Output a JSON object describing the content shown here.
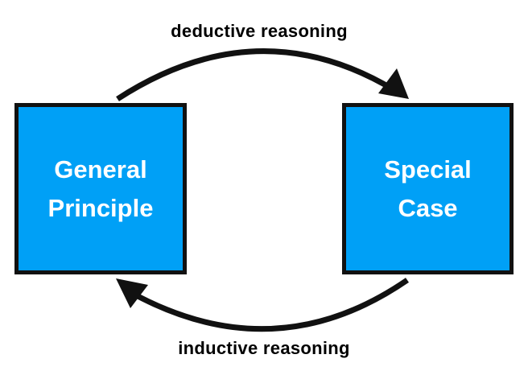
{
  "diagram": {
    "top_arrow_label": "deductive reasoning",
    "bottom_arrow_label": "inductive reasoning",
    "left_box": {
      "label": "General\nPrinciple"
    },
    "right_box": {
      "label": "Special\nCase"
    }
  },
  "colors": {
    "box_fill": "#00A0F6",
    "box_border": "#111111",
    "box_text": "#FFFFFF",
    "arrow": "#111111",
    "label_text": "#000000",
    "background": "#FFFFFF"
  },
  "icons": {
    "top_arrow": "curved-arrow-right-icon",
    "bottom_arrow": "curved-arrow-left-icon"
  }
}
